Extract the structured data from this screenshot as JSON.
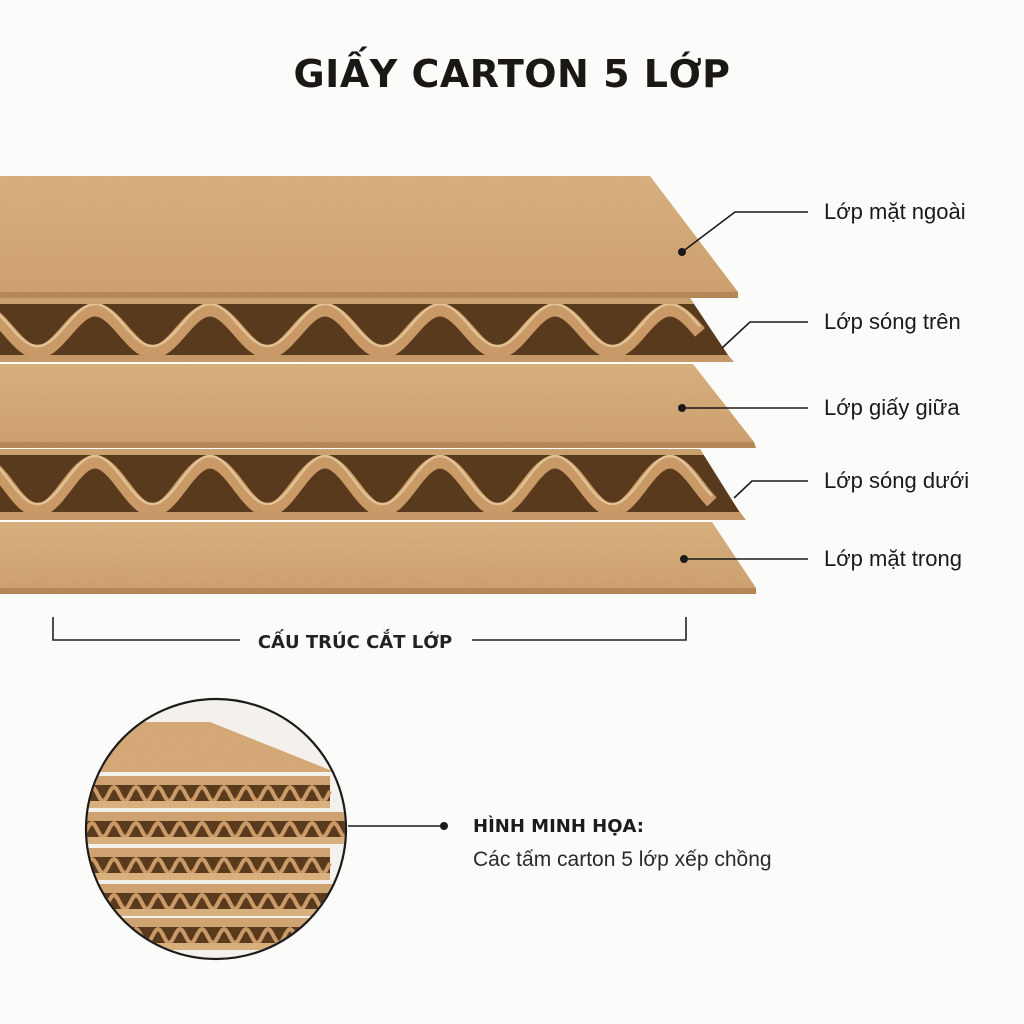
{
  "title": "GIẤY CARTON 5 LỚP",
  "layers": [
    {
      "label": "Lớp mặt ngoài"
    },
    {
      "label": "Lớp sóng trên"
    },
    {
      "label": "Lớp giấy giữa"
    },
    {
      "label": "Lớp sóng dưới"
    },
    {
      "label": "Lớp mặt trong"
    }
  ],
  "bracket_label": "CẤU TRÚC CẮT LỚP",
  "illustration": {
    "title": "HÌNH MINH HỌA:",
    "caption": "Các tấm carton 5 lớp xếp chồng"
  },
  "colors": {
    "kraft": "#d2a877",
    "kraft_dark": "#b58a5a",
    "kraft_light": "#e1bd8f",
    "text": "#1a1a1a"
  }
}
